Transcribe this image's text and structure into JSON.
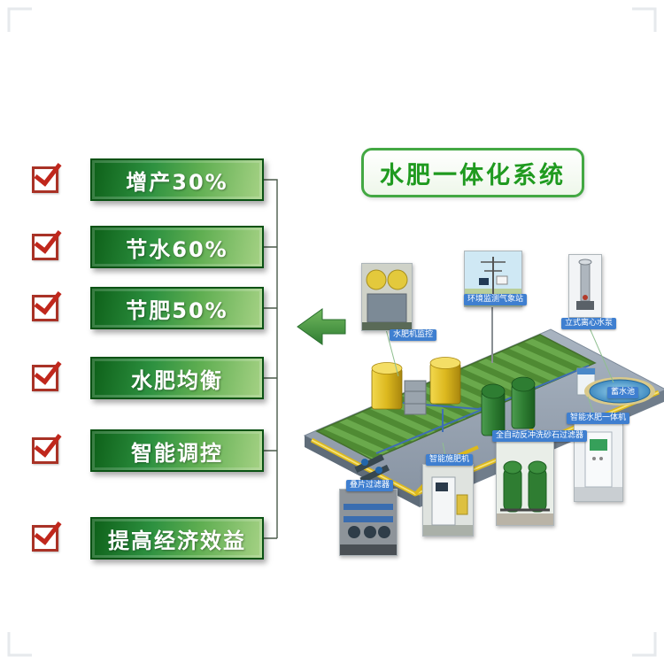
{
  "title": {
    "label": "水肥一体化系统"
  },
  "benefits": {
    "items": [
      {
        "label": "增产30%"
      },
      {
        "label": "节水60%"
      },
      {
        "label": "节肥50%"
      },
      {
        "label": "水肥均衡"
      },
      {
        "label": "智能调控"
      },
      {
        "label": "提高经济效益"
      }
    ]
  },
  "diagram": {
    "tags": [
      {
        "text": "水肥机监控"
      },
      {
        "text": "环境监测气象站"
      },
      {
        "text": "立式离心水泵"
      },
      {
        "text": "蓄水池"
      },
      {
        "text": "全自动反冲洗砂石过滤器"
      },
      {
        "text": "智能施肥机"
      },
      {
        "text": "叠片过滤器"
      },
      {
        "text": "智能水肥一体机"
      }
    ]
  },
  "colors": {
    "banner_green_dark": "#0d5f18",
    "banner_green_light": "#a6d285",
    "check_red": "#c0271c",
    "title_green": "#1f9a1f",
    "arrow_green": "#3f9b3f",
    "tag_blue": "#3f7fd0",
    "pipe_yellow": "#ddb91c",
    "platform_gray": "#97a3b1"
  }
}
